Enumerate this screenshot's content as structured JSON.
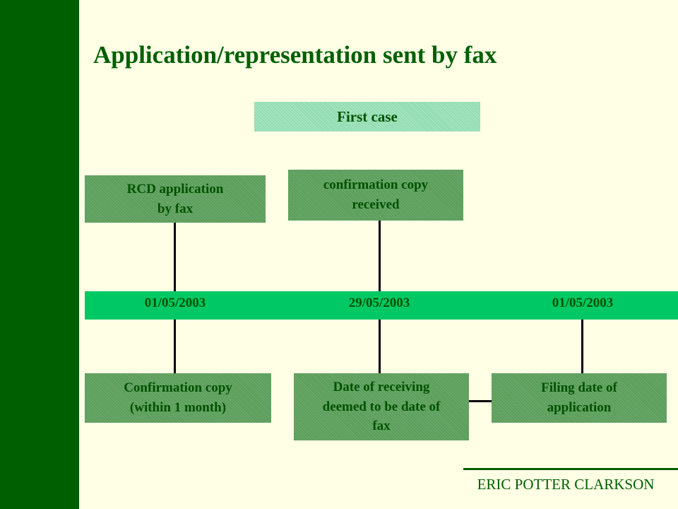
{
  "title": "Application/representation sent by fax",
  "case_label": "First case",
  "top_boxes": {
    "rcd_application": "RCD application\nby fax",
    "confirmation_received": "confirmation copy\nreceived"
  },
  "timeline": {
    "dates": [
      "01/05/2003",
      "29/05/2003",
      "01/05/2003"
    ]
  },
  "bottom_boxes": {
    "confirmation_copy": "Confirmation copy\n(within 1 month)",
    "date_of_receiving": "Date of receiving\ndeemed to be date of\nfax",
    "filing_date": "Filing date of\napplication"
  },
  "footer": "ERIC POTTER CLARKSON",
  "colors": {
    "sidebar": "#005f00",
    "background": "#ffffe6",
    "timeline": "#00c864",
    "box": "#5b9e5b",
    "case_box": "#8fdcb0",
    "text": "#005200"
  }
}
